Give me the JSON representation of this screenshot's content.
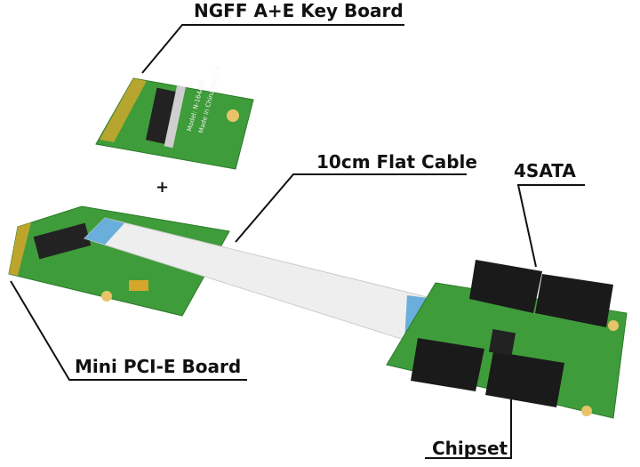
{
  "labels": {
    "ngff_board": "NGFF A+E Key Board",
    "flat_cable": "10cm Flat Cable",
    "sata_ports": "4SATA",
    "mini_pcie_board": "Mini PCI-E Board",
    "chipset": "Chipset"
  },
  "plus_sign": "+",
  "board_silkscreen": {
    "ngff_model": "Model: N-164AYE",
    "ngff_origin": "Made in China Ver:1.0"
  },
  "colors": {
    "pcb_green": "#3f9c3a",
    "gold_contacts": "#d4a72c",
    "cable_white": "#eeeeee",
    "cable_blue_end": "#6aaedb",
    "sata_black": "#1a1a1a"
  }
}
